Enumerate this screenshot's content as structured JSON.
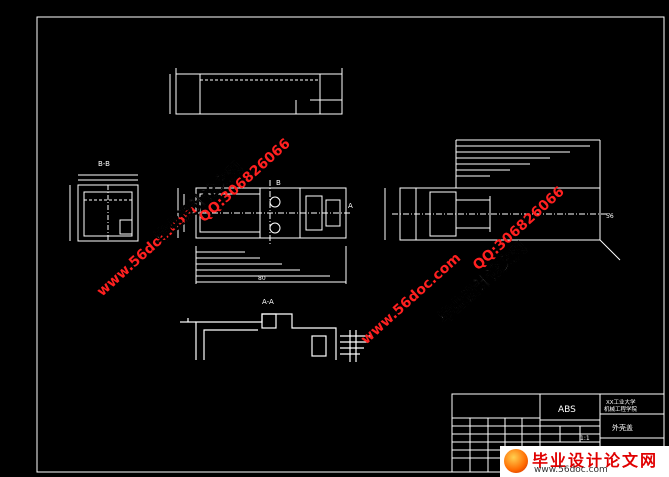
{
  "drawing": {
    "section_bb": "B-B",
    "section_aa": "A-A",
    "cut_a": "A",
    "cut_b": "B",
    "dim_overall": "80",
    "dim_width": "56",
    "title_block": {
      "material": "ABS",
      "university": "XX工业大学",
      "department": "机械工程学院",
      "part_name": "外壳盖",
      "scale": "1:1"
    }
  },
  "watermarks": {
    "site": "www.56doc.com",
    "title": "毕业设计论文网",
    "qq": "QQ:306826066"
  },
  "logo": {
    "title": "毕业设计论文网",
    "url": "www.56doc.com"
  },
  "colors": {
    "background": "#000000",
    "lines": "#ffffff",
    "watermark_red": "#ff2020"
  }
}
